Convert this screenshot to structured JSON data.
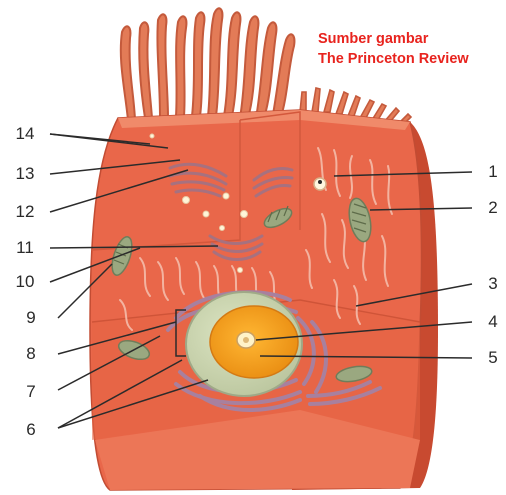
{
  "source": {
    "line1": "Sumber gambar",
    "line2": "The Princeton Review",
    "color": "#e8231e"
  },
  "labels": {
    "l1": "1",
    "l2": "2",
    "l3": "3",
    "l4": "4",
    "l5": "5",
    "l6": "6",
    "l7": "7",
    "l8": "8",
    "l9": "9",
    "l10": "10",
    "l11": "11",
    "l12": "12",
    "l13": "13",
    "l14": "14"
  },
  "colors": {
    "cell_body": "#e9674a",
    "cell_front": "#ee7a5c",
    "cell_dark": "#c84a30",
    "nucleus": "#f0a020",
    "nucleolus": "#fff3c8",
    "chromatin": "#c9d4b0",
    "er": "#a8809e"
  }
}
